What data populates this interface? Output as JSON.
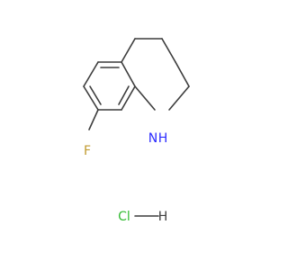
{
  "molecule": {
    "atoms": {
      "nitrogen": {
        "text": "N",
        "color": "#2c2cff"
      },
      "hydrogen_on_n": {
        "text": "H",
        "color": "#2c2cff"
      },
      "fluorine": {
        "text": "F",
        "color": "#c09a2e"
      }
    },
    "salt": {
      "chlorine": {
        "text": "Cl",
        "color": "#33bb33"
      },
      "hydrogen": {
        "text": "H",
        "color": "#3c3c3c"
      }
    },
    "bond_color": "#3c3c3c"
  }
}
